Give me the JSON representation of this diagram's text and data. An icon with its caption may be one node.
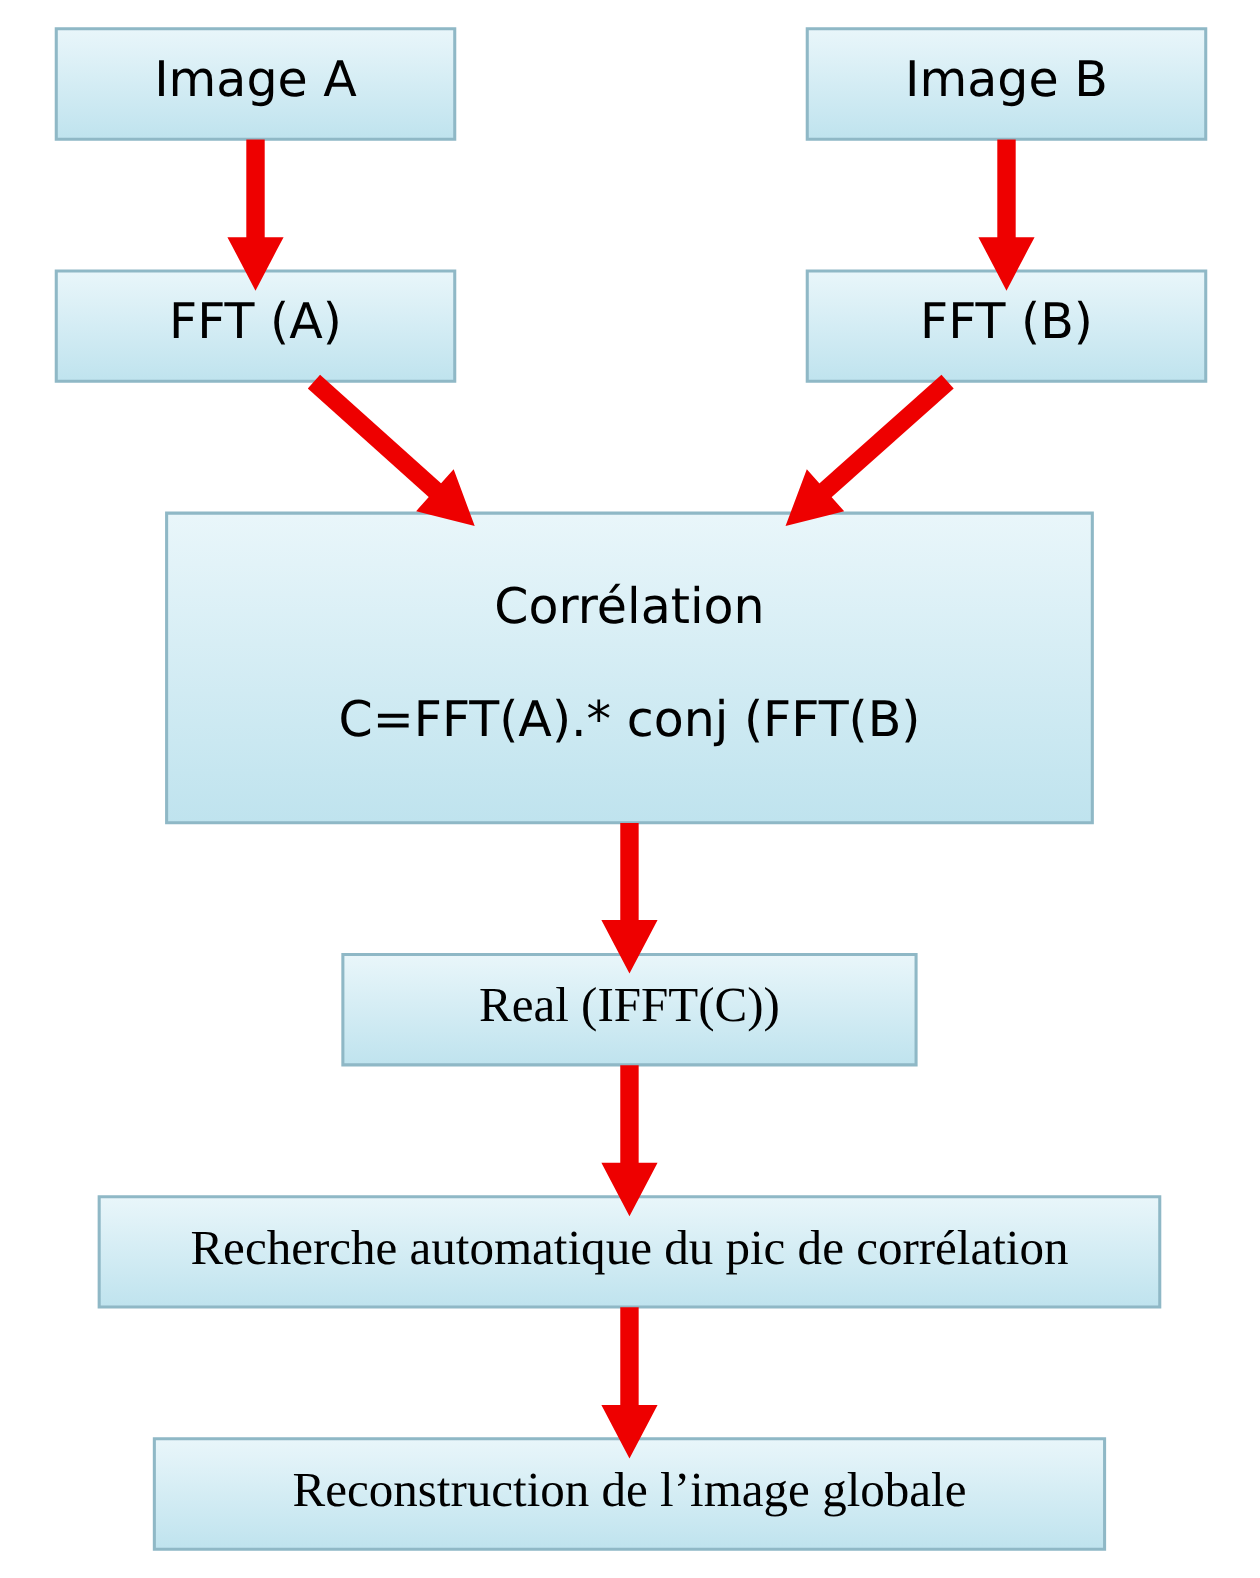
{
  "diagram": {
    "nodes": [
      {
        "text": [
          "Image A"
        ]
      },
      {
        "text": [
          "Image B"
        ]
      },
      {
        "text": [
          "FFT (A)"
        ]
      },
      {
        "text": [
          "FFT (B)"
        ]
      },
      {
        "text": [
          "Corrélation",
          "C=FFT(A).* conj (FFT(B)"
        ]
      },
      {
        "text": [
          "Real (IFFT(C))"
        ]
      },
      {
        "text": [
          "Recherche automatique du pic de corrélation"
        ]
      },
      {
        "text": [
          "Reconstruction de l’image globale"
        ]
      }
    ],
    "edges": [
      {
        "from": 0,
        "to": 2,
        "arrow": "to"
      },
      {
        "from": 1,
        "to": 3,
        "arrow": "to"
      },
      {
        "from": 2,
        "to": 4,
        "arrow": "to"
      },
      {
        "from": 3,
        "to": 4,
        "arrow": "to"
      },
      {
        "from": 4,
        "to": 5,
        "arrow": "to"
      },
      {
        "from": 5,
        "to": 6,
        "arrow": "to"
      },
      {
        "from": 6,
        "to": 7,
        "arrow": "to"
      }
    ]
  }
}
